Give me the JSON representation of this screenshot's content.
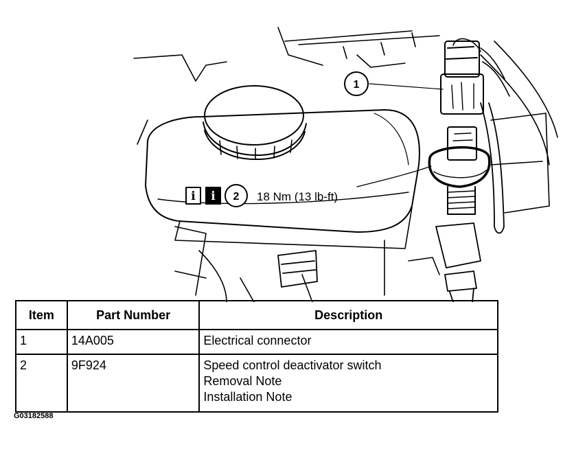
{
  "diagram": {
    "callouts": [
      {
        "number": "1"
      },
      {
        "number": "2",
        "icons": [
          "i",
          "i"
        ],
        "spec": "18 Nm (13 lb-ft)"
      }
    ]
  },
  "table": {
    "headers": [
      "Item",
      "Part Number",
      "Description"
    ],
    "rows": [
      {
        "item": "1",
        "part_number": "14A005",
        "description": [
          "Electrical connector"
        ]
      },
      {
        "item": "2",
        "part_number": "9F924",
        "description": [
          "Speed control deactivator switch",
          "Removal Note",
          "Installation Note"
        ]
      }
    ]
  },
  "figure_id": "G03182588"
}
